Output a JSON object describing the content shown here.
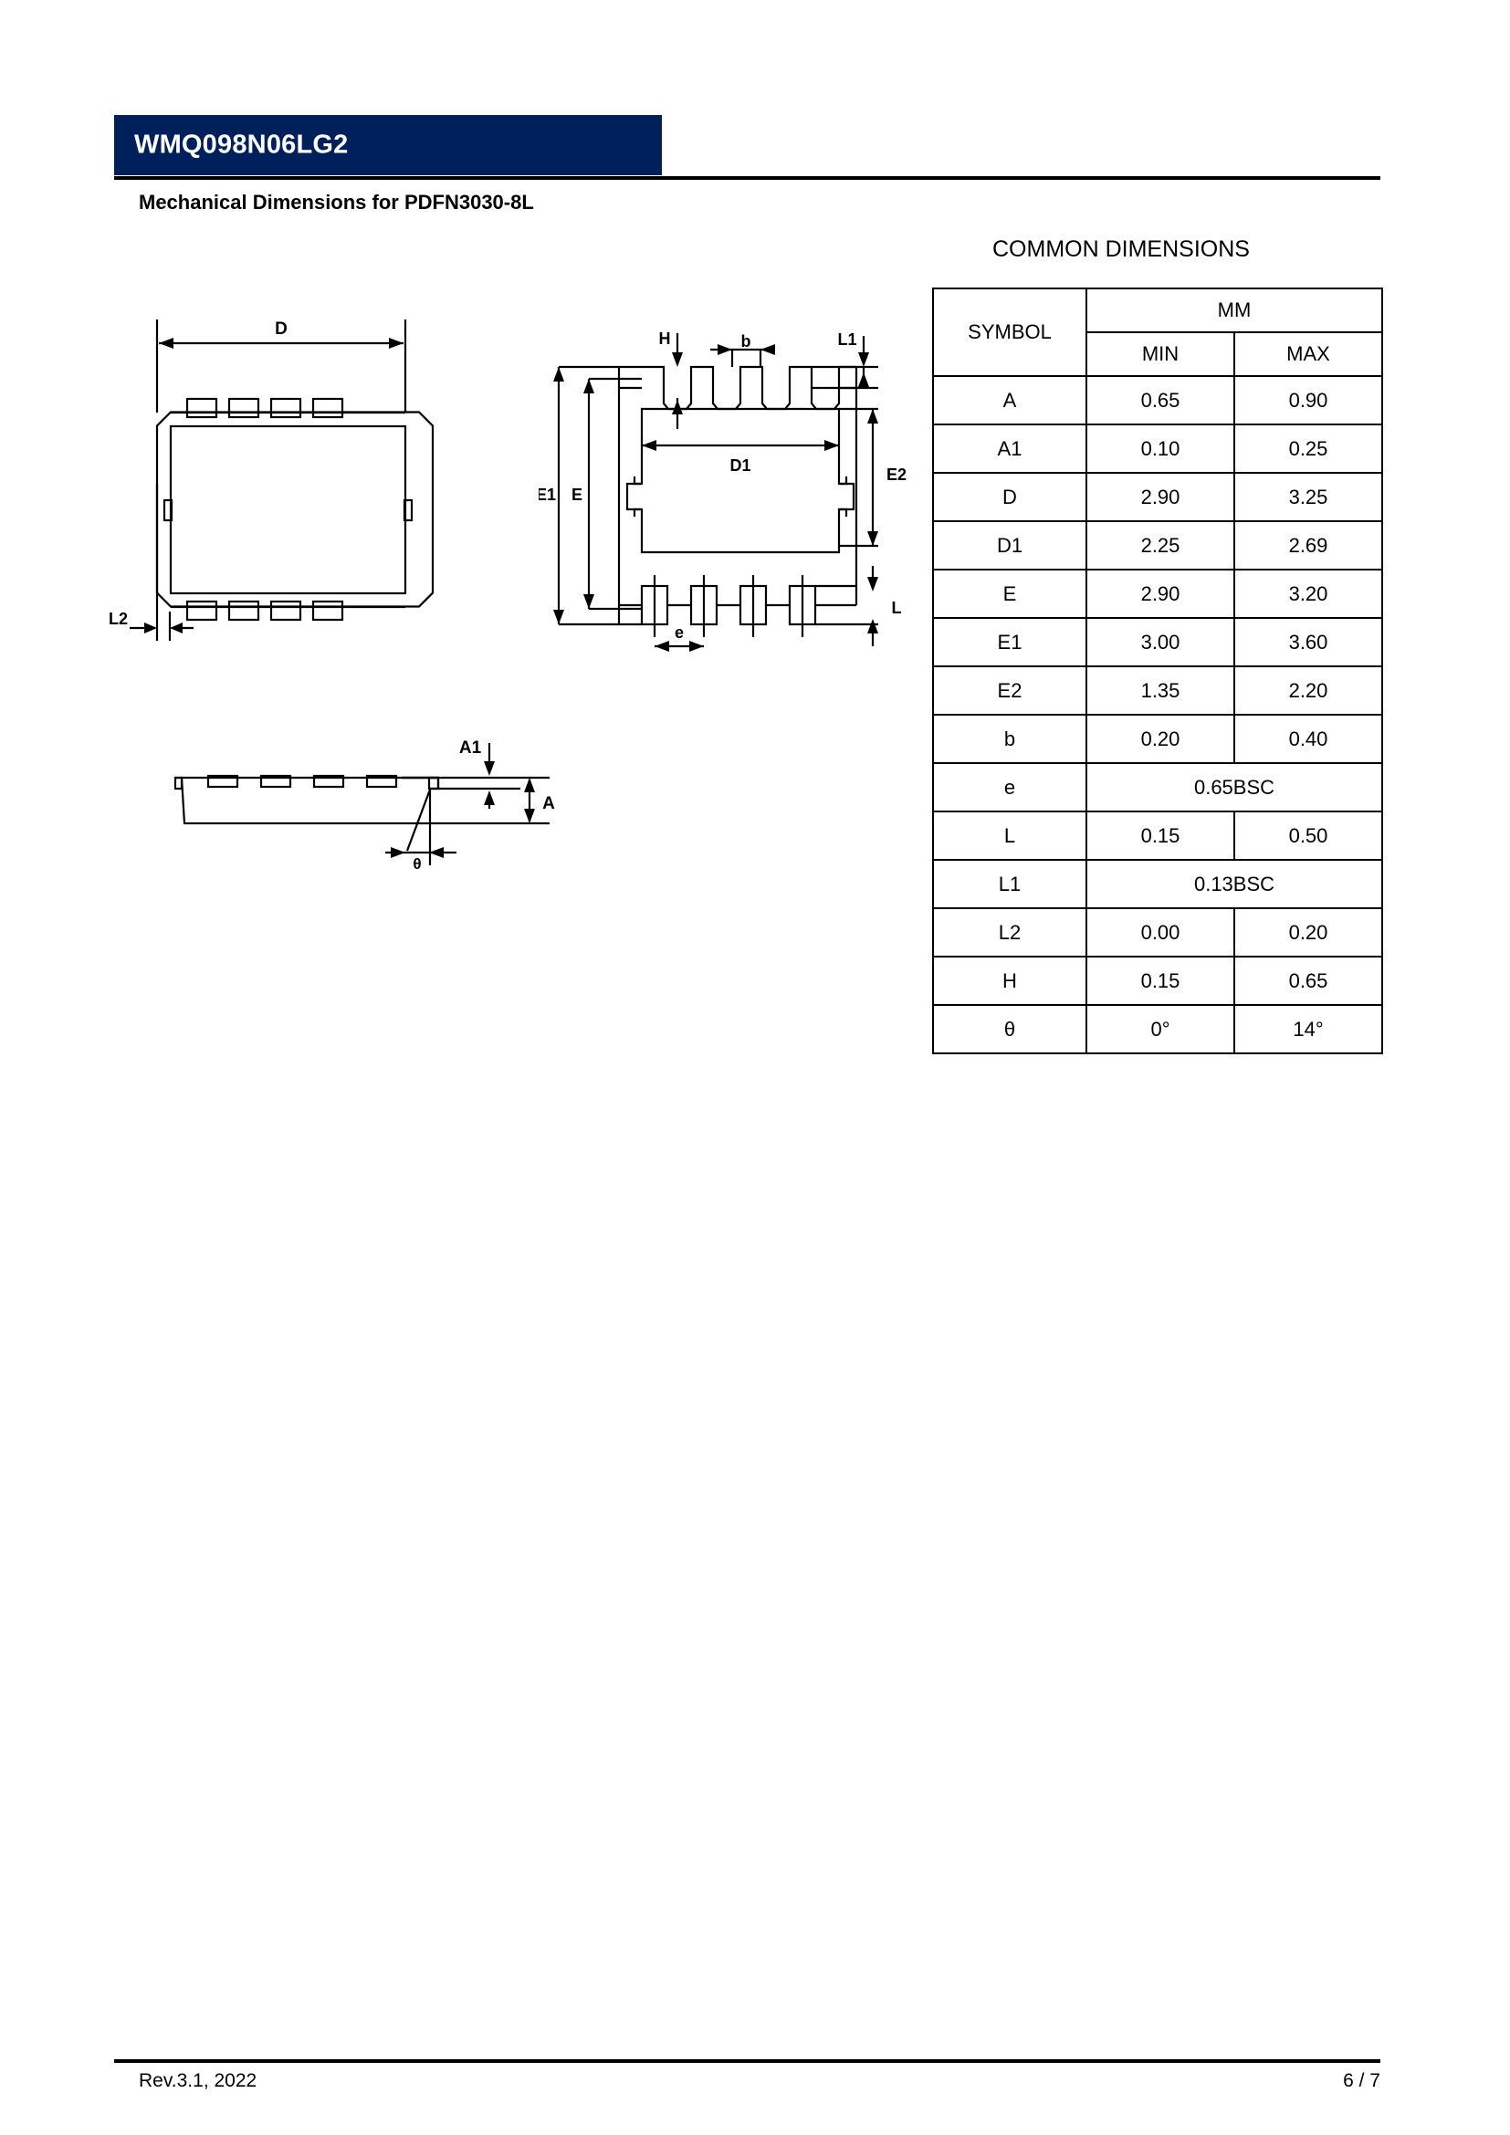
{
  "header": {
    "part_number": "WMQ098N06LG2"
  },
  "section": {
    "title": "Mechanical Dimensions for PDFN3030-8L"
  },
  "table": {
    "caption": "COMMON DIMENSIONS",
    "symbol_header": "SYMBOL",
    "unit_header": "MM",
    "min_header": "MIN",
    "max_header": "MAX",
    "rows": [
      {
        "symbol": "A",
        "min": "0.65",
        "max": "0.90",
        "span": false
      },
      {
        "symbol": "A1",
        "min": "0.10",
        "max": "0.25",
        "span": false
      },
      {
        "symbol": "D",
        "min": "2.90",
        "max": "3.25",
        "span": false
      },
      {
        "symbol": "D1",
        "min": "2.25",
        "max": "2.69",
        "span": false
      },
      {
        "symbol": "E",
        "min": "2.90",
        "max": "3.20",
        "span": false
      },
      {
        "symbol": "E1",
        "min": "3.00",
        "max": "3.60",
        "span": false
      },
      {
        "symbol": "E2",
        "min": "1.35",
        "max": "2.20",
        "span": false
      },
      {
        "symbol": "b",
        "min": "0.20",
        "max": "0.40",
        "span": false
      },
      {
        "symbol": "e",
        "value": "0.65BSC",
        "span": true
      },
      {
        "symbol": "L",
        "min": "0.15",
        "max": "0.50",
        "span": false
      },
      {
        "symbol": "L1",
        "value": "0.13BSC",
        "span": true
      },
      {
        "symbol": "L2",
        "min": "0.00",
        "max": "0.20",
        "span": false
      },
      {
        "symbol": "H",
        "min": "0.15",
        "max": "0.65",
        "span": false
      },
      {
        "symbol": "θ",
        "min": "0°",
        "max": "14°",
        "span": false
      }
    ]
  },
  "drawings": {
    "top_view": {
      "labels": {
        "d": "D",
        "l2": "L2"
      }
    },
    "bottom_view": {
      "labels": {
        "h": "H",
        "b": "b",
        "l1": "L1",
        "e1": "E1",
        "e": "E",
        "d1": "D1",
        "e2": "E2",
        "l": "L",
        "pitch": "e"
      }
    },
    "side_view": {
      "labels": {
        "a1": "A1",
        "a": "A",
        "theta": "θ"
      }
    }
  },
  "footer": {
    "revision": "Rev.3.1, 2022",
    "page": "6 / 7"
  }
}
